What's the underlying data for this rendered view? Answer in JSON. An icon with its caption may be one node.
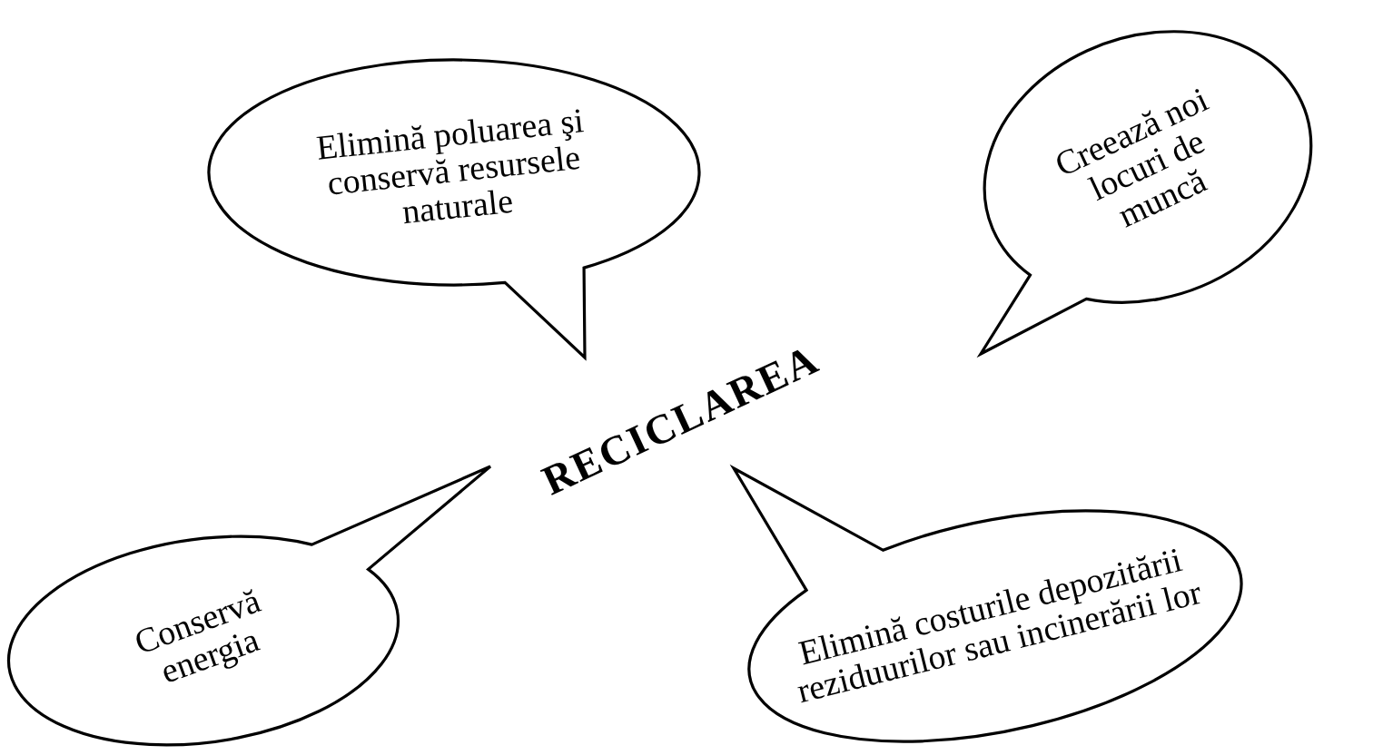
{
  "diagram": {
    "nodes": [
      {
        "text": [
          "RECICLAREA"
        ]
      },
      {
        "text": [
          "Elimină poluarea şi conservă resursele naturale"
        ]
      },
      {
        "text": [
          "Creează noi locuri de muncă"
        ]
      },
      {
        "text": [
          "Conservă energia"
        ]
      },
      {
        "text": [
          "Elimină costurile depozitării reziduurilor sau incinerării lor"
        ]
      }
    ]
  }
}
